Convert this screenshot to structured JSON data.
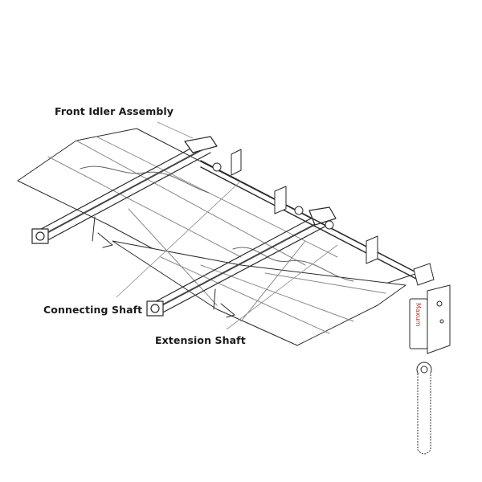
{
  "diagram": {
    "type": "technical-assembly-illustration",
    "subject": "jackshaft garage door opener assembly",
    "labels": [
      {
        "id": "front_idler",
        "text": "Front Idler Assembly"
      },
      {
        "id": "connecting_shaft",
        "text": "Connecting Shaft"
      },
      {
        "id": "extension_shaft",
        "text": "Extension Shaft"
      }
    ],
    "motor_logo": "Maxum",
    "colors": {
      "line": "#2a2a2a",
      "leader": "#8a8a8a",
      "panel": "#ffffff",
      "logo": "#c0392b",
      "label": "#1a1a1a"
    }
  }
}
